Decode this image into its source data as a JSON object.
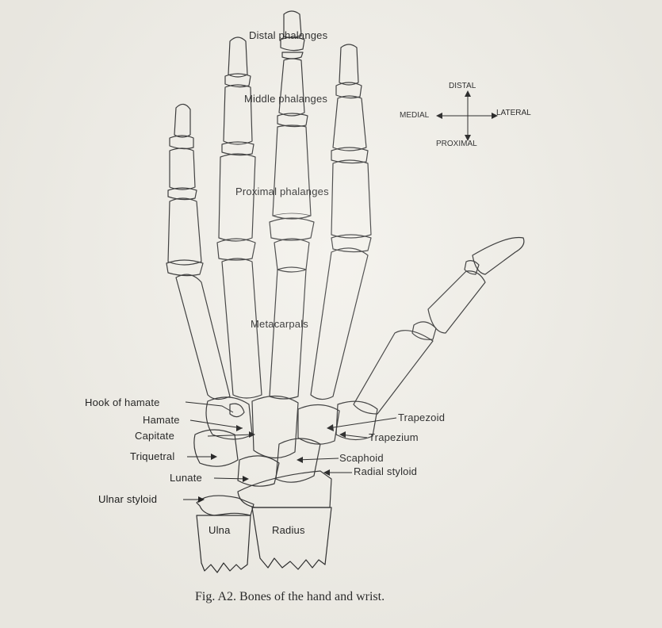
{
  "orientation": {
    "distal": "DISTAL",
    "proximal": "PROXIMAL",
    "medial": "MEDIAL",
    "lateral": "LATERAL"
  },
  "labels": {
    "distal_phalanges": "Distal phalanges",
    "middle_phalanges": "Middle phalanges",
    "proximal_phalanges": "Proximal phalanges",
    "metacarpals": "Metacarpals",
    "hook_of_hamate": "Hook of hamate",
    "hamate": "Hamate",
    "capitate": "Capitate",
    "triquetral": "Triquetral",
    "lunate": "Lunate",
    "ulnar_styloid": "Ulnar styloid",
    "ulna": "Ulna",
    "radius": "Radius",
    "trapezoid": "Trapezoid",
    "trapezium": "Trapezium",
    "scaphoid": "Scaphoid",
    "radial_styloid": "Radial styloid"
  },
  "caption": "Fig. A2. Bones of the hand and wrist."
}
